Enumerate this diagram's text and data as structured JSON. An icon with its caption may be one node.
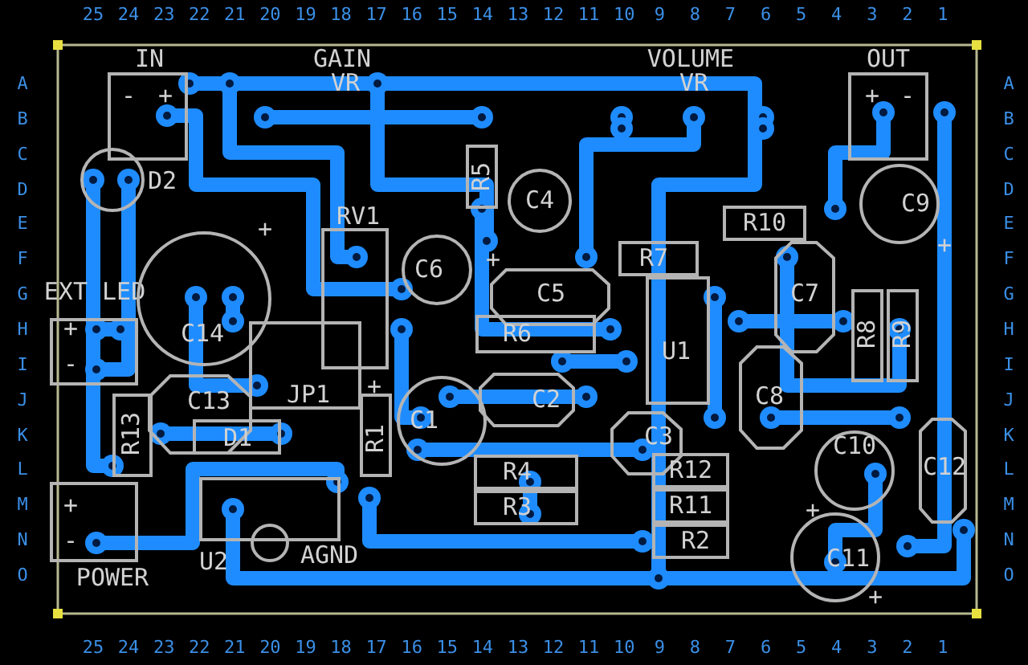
{
  "diagram": {
    "nodes": [
      {
        "text": [
          "IN"
        ]
      },
      {
        "text": [
          "OUT"
        ]
      },
      {
        "text": [
          "D2"
        ]
      },
      {
        "text": [
          "R5"
        ]
      },
      {
        "text": [
          "C4"
        ]
      },
      {
        "text": [
          "R10"
        ]
      },
      {
        "text": [
          "C9"
        ]
      },
      {
        "text": [
          "RV1"
        ]
      },
      {
        "text": [
          "C6"
        ]
      },
      {
        "text": [
          "C5"
        ]
      },
      {
        "text": [
          "R7"
        ]
      },
      {
        "text": [
          "C7"
        ]
      },
      {
        "text": [
          "EXT LED"
        ]
      },
      {
        "text": [
          "C14"
        ]
      },
      {
        "text": [
          "R6"
        ]
      },
      {
        "text": [
          "U1"
        ]
      },
      {
        "text": [
          "R8"
        ]
      },
      {
        "text": [
          "R9"
        ]
      },
      {
        "text": [
          "JP1"
        ]
      },
      {
        "text": [
          "C13"
        ]
      },
      {
        "text": [
          "C2"
        ]
      },
      {
        "text": [
          "C8"
        ]
      },
      {
        "text": [
          "R13"
        ]
      },
      {
        "text": [
          "C1"
        ]
      },
      {
        "text": [
          "R1"
        ]
      },
      {
        "text": [
          "D1"
        ]
      },
      {
        "text": [
          "C3"
        ]
      },
      {
        "text": [
          "C10"
        ]
      },
      {
        "text": [
          "C12"
        ]
      },
      {
        "text": [
          "R4"
        ]
      },
      {
        "text": [
          "R12"
        ]
      },
      {
        "text": [
          "R3"
        ]
      },
      {
        "text": [
          "R11"
        ]
      },
      {
        "text": [
          "POWER"
        ]
      },
      {
        "text": [
          "U2"
        ]
      },
      {
        "text": [
          "AGND"
        ]
      },
      {
        "text": [
          "R2"
        ]
      },
      {
        "text": [
          "C11"
        ]
      }
    ],
    "labels": [
      "25",
      "24",
      "23",
      "22",
      "21",
      "20",
      "19",
      "18",
      "17",
      "16",
      "15",
      "14",
      "13",
      "12",
      "11",
      "10",
      "9",
      "8",
      "7",
      "6",
      "5",
      "4",
      "3",
      "2",
      "1",
      "A",
      "B",
      "C",
      "D",
      "E",
      "F",
      "G",
      "H",
      "I",
      "J",
      "K",
      "L",
      "M",
      "N",
      "O",
      "A",
      "B",
      "C",
      "D",
      "E",
      "F",
      "G",
      "H",
      "I",
      "J",
      "K",
      "L",
      "M",
      "N",
      "O",
      "25",
      "24",
      "23",
      "22",
      "21",
      "20",
      "19",
      "18",
      "17",
      "16",
      "15",
      "14",
      "13",
      "12",
      "11",
      "10",
      "9",
      "8",
      "7",
      "6",
      "5",
      "4",
      "3",
      "2",
      "1",
      "GAIN",
      "VR",
      "VOLUME",
      "VR",
      "-",
      "+",
      "+",
      "-",
      "+",
      "+",
      "+",
      "+",
      "-",
      "+",
      "+",
      "-",
      "+",
      "+"
    ]
  }
}
